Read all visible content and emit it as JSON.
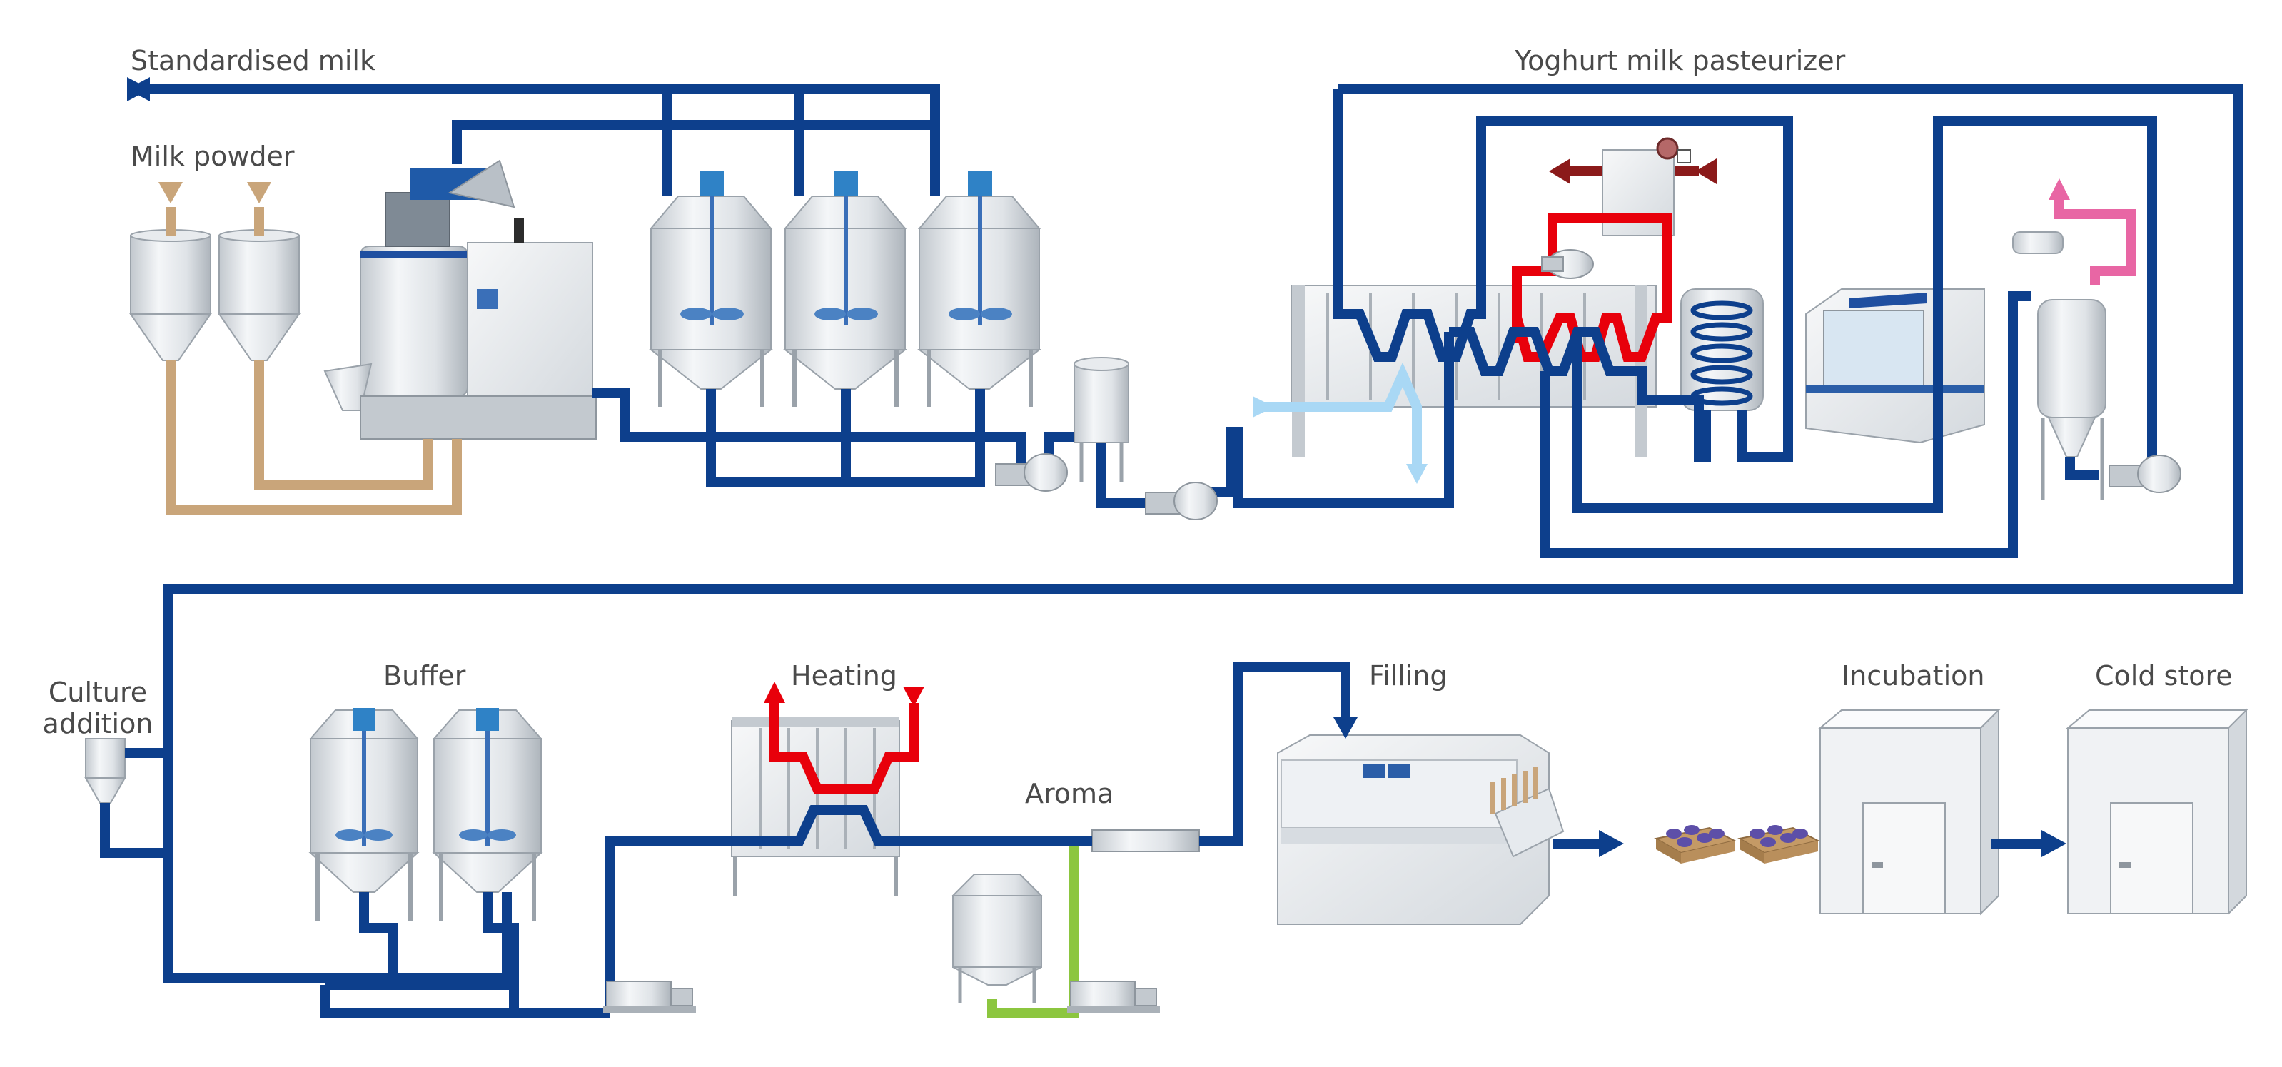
{
  "labels": {
    "standardised_milk": "Standardised milk",
    "milk_powder": "Milk powder",
    "pasteurizer": "Yoghurt milk pasteurizer",
    "culture_line1": "Culture",
    "culture_line2": "addition",
    "buffer": "Buffer",
    "heating": "Heating",
    "aroma": "Aroma",
    "filling": "Filling",
    "incubation": "Incubation",
    "cold_store": "Cold store"
  },
  "colors": {
    "product": "#0d3f8c",
    "heating": "#e8000b",
    "steam": "#8b1a1a",
    "cooling": "#a9d8f5",
    "powder": "#c9a57a",
    "aroma": "#8cc63f",
    "vent": "#e866a4",
    "steel": "#d9dde1"
  }
}
